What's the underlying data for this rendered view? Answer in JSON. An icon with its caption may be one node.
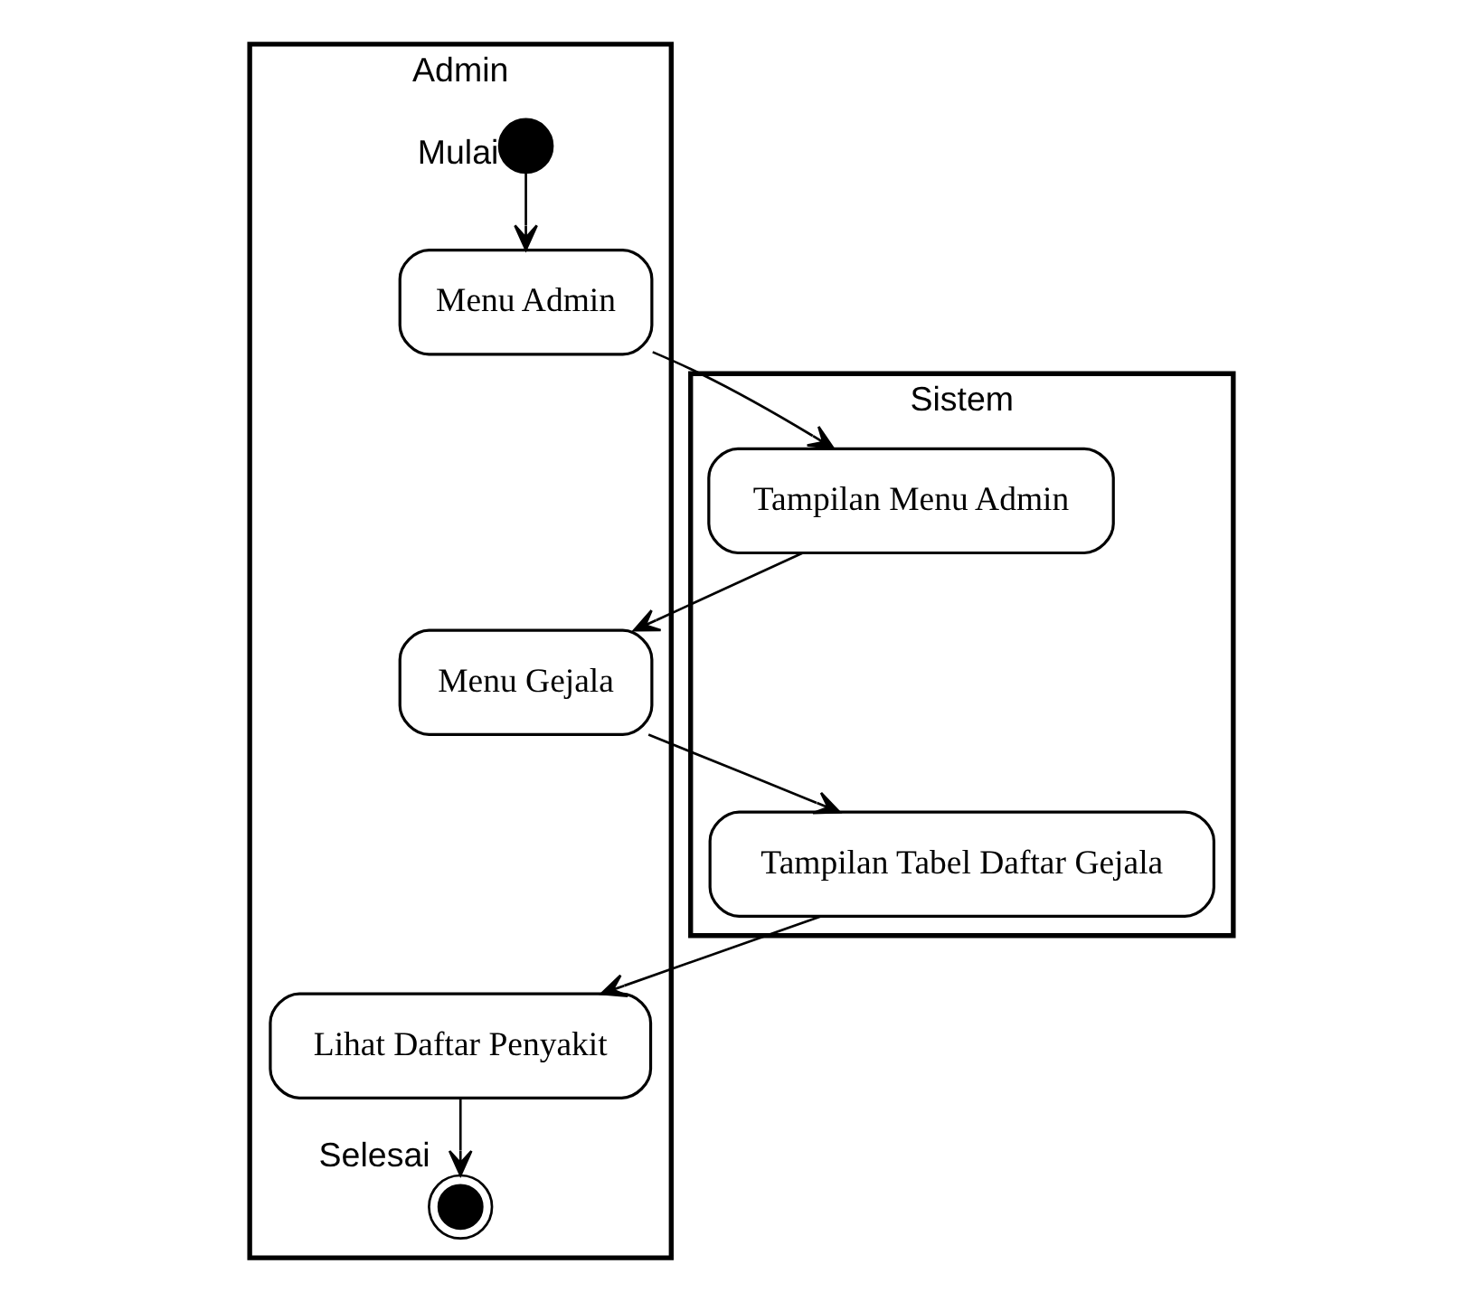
{
  "diagram": {
    "nodes": [
      {
        "text": [
          "Admin"
        ]
      },
      {
        "text": [
          "Sistem"
        ]
      },
      {
        "text": [],
        "shape": "circle",
        "beside": [
          "Mulai"
        ],
        "in": 0
      },
      {
        "text": [
          "Menu Admin"
        ],
        "in": 0
      },
      {
        "text": [
          "Tampilan Menu Admin"
        ],
        "in": 1
      },
      {
        "text": [
          "Menu Gejala"
        ],
        "in": 0
      },
      {
        "text": [
          "Tampilan Tabel Daftar Gejala"
        ],
        "in": 1
      },
      {
        "text": [
          "Lihat Daftar Penyakit"
        ],
        "in": 0
      },
      {
        "text": [],
        "shape": "bullseye",
        "beside": [
          "Selesai"
        ],
        "in": 0
      }
    ],
    "edges": [
      {
        "from": 2,
        "to": 3,
        "arrow": "to"
      },
      {
        "from": 3,
        "to": 4,
        "arrow": "to"
      },
      {
        "from": 4,
        "to": 5,
        "arrow": "to"
      },
      {
        "from": 5,
        "to": 6,
        "arrow": "to"
      },
      {
        "from": 6,
        "to": 7,
        "arrow": "to"
      },
      {
        "from": 7,
        "to": 8,
        "arrow": "to"
      }
    ]
  }
}
